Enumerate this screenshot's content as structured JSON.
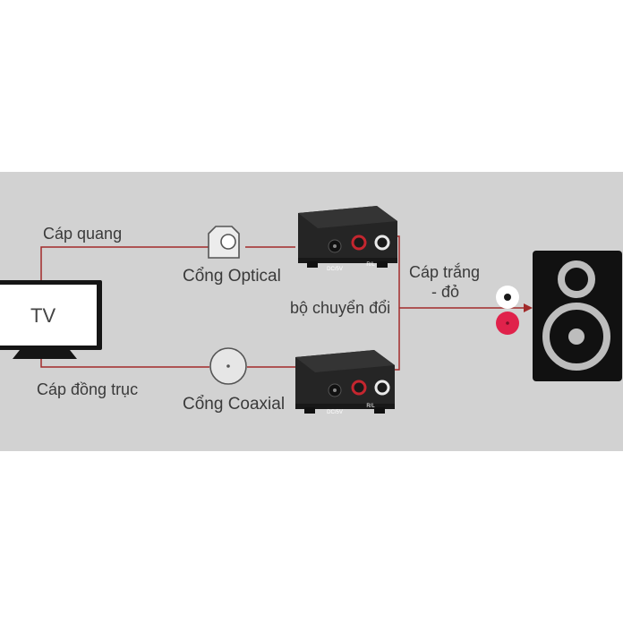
{
  "tv": {
    "label": "TV"
  },
  "cables": {
    "optical": "Cáp quang",
    "coaxial": "Cáp đồng trục",
    "rca": "Cáp trắng",
    "rca_line2": "- đỏ"
  },
  "ports": {
    "optical": "Cổng Optical",
    "coaxial": "Cổng Coaxial"
  },
  "converter": {
    "label": "bộ chuyển đổi",
    "dc_label": "DC/5V",
    "rl_label": "R/L"
  },
  "colors": {
    "line": "#a12a2a",
    "band": "#d2d2d2",
    "device": "#1e1e1e",
    "rca_red": "#e0224b",
    "speaker": "#111111"
  }
}
